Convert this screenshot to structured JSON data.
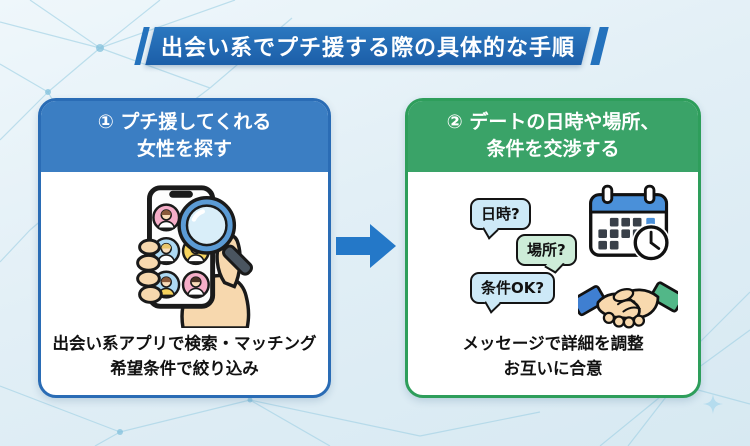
{
  "header": {
    "title": "出会い系でプチ援する際の具体的な手順"
  },
  "steps": [
    {
      "title_line1": "① プチ援してくれる",
      "title_line2": "女性を探す",
      "caption_line1": "出会い系アプリで検索・マッチング",
      "caption_line2": "希望条件で絞り込み",
      "icon": "smartphone-profile-search-with-magnifier",
      "header_color": "#3b7ec3",
      "border_color": "#2a6cb5"
    },
    {
      "title_line1": "② デートの日時や場所、",
      "title_line2": "条件を交渉する",
      "caption_line1": "メッセージで詳細を調整",
      "caption_line2": "お互いに合意",
      "icon": "chat-bubbles-calendar-clock-handshake",
      "header_color": "#3aa368",
      "border_color": "#2e9e5b"
    }
  ],
  "speech_bubbles": [
    {
      "label": "日時?",
      "color": "#cde9f7"
    },
    {
      "label": "場所?",
      "color": "#cdecd8"
    },
    {
      "label": "条件OK?",
      "color": "#cde9f7"
    }
  ],
  "colors": {
    "banner_bg": "#1f66b0",
    "arrow": "#2478c8",
    "background": "#e2eff6",
    "mesh_line": "#9ccfe3"
  }
}
